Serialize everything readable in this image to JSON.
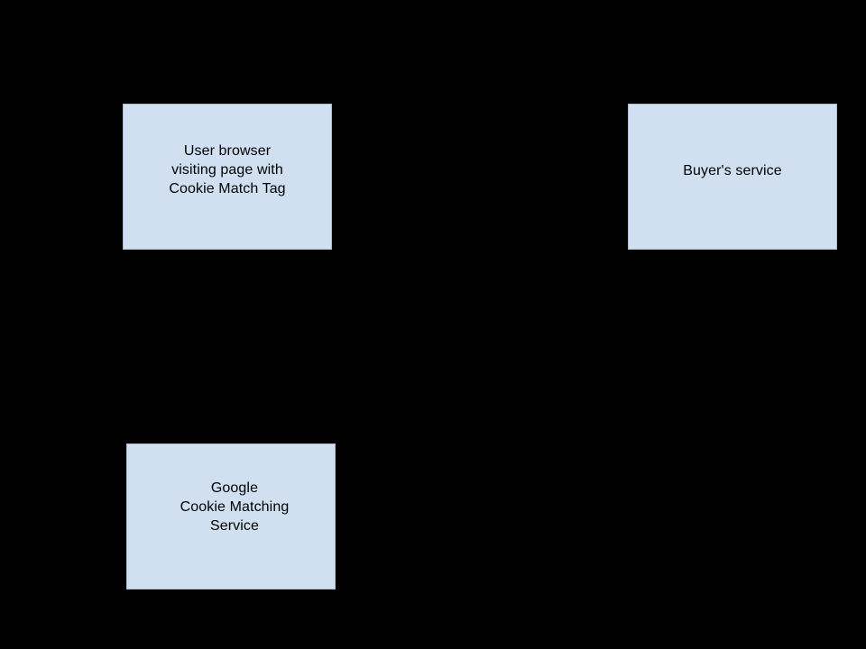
{
  "diagram": {
    "background_color": "#000000",
    "node_fill_color": "#d0e0f0",
    "node_border_color": "#a8bdd4",
    "node_text_color": "#000000",
    "nodes": [
      {
        "id": "user-browser",
        "label": "User browser\nvisiting page with\nCookie Match Tag"
      },
      {
        "id": "buyers-service",
        "label": "Buyer's service"
      },
      {
        "id": "google-cookie-matching-service",
        "label": "Google\nCookie Matching\nService"
      }
    ]
  }
}
